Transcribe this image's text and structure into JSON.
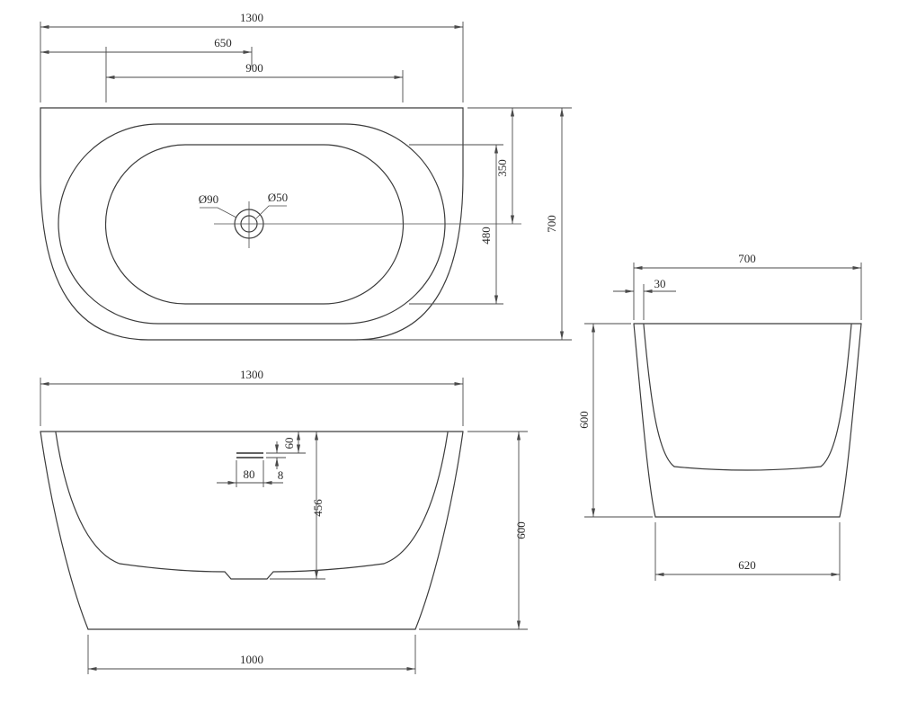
{
  "drawing": {
    "type": "bathtub-technical-drawing",
    "top_view": {
      "overall_width": "1300",
      "center_offset": "650",
      "basin_length": "900",
      "drain_diameter": "Ø90",
      "overflow_diameter": "Ø50",
      "rear_to_center": "350",
      "basin_width": "480",
      "overall_depth": "700"
    },
    "front_view": {
      "overall_width": "1300",
      "overflow_offset": "60",
      "overflow_slot_height": "8",
      "overflow_slot_length": "80",
      "inner_depth": "456",
      "overall_height": "600",
      "base_width": "1000"
    },
    "side_view": {
      "overall_width": "700",
      "rim_thickness": "30",
      "overall_height": "600",
      "base_width": "620"
    }
  }
}
